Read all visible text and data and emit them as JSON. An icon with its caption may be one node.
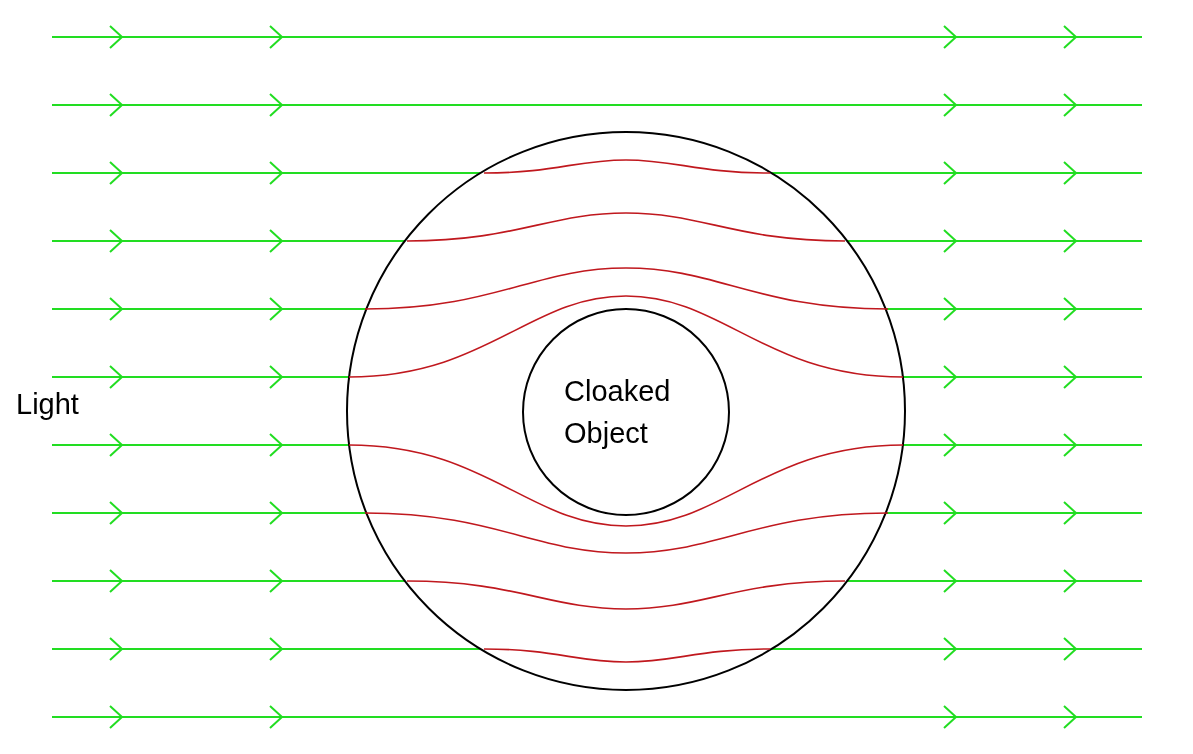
{
  "diagram": {
    "nodes": [
      {
        "text": [],
        "shape": "circle"
      },
      {
        "text": [
          "Cloaked Object"
        ],
        "in": 0
      }
    ],
    "labels": [
      "Light"
    ]
  }
}
